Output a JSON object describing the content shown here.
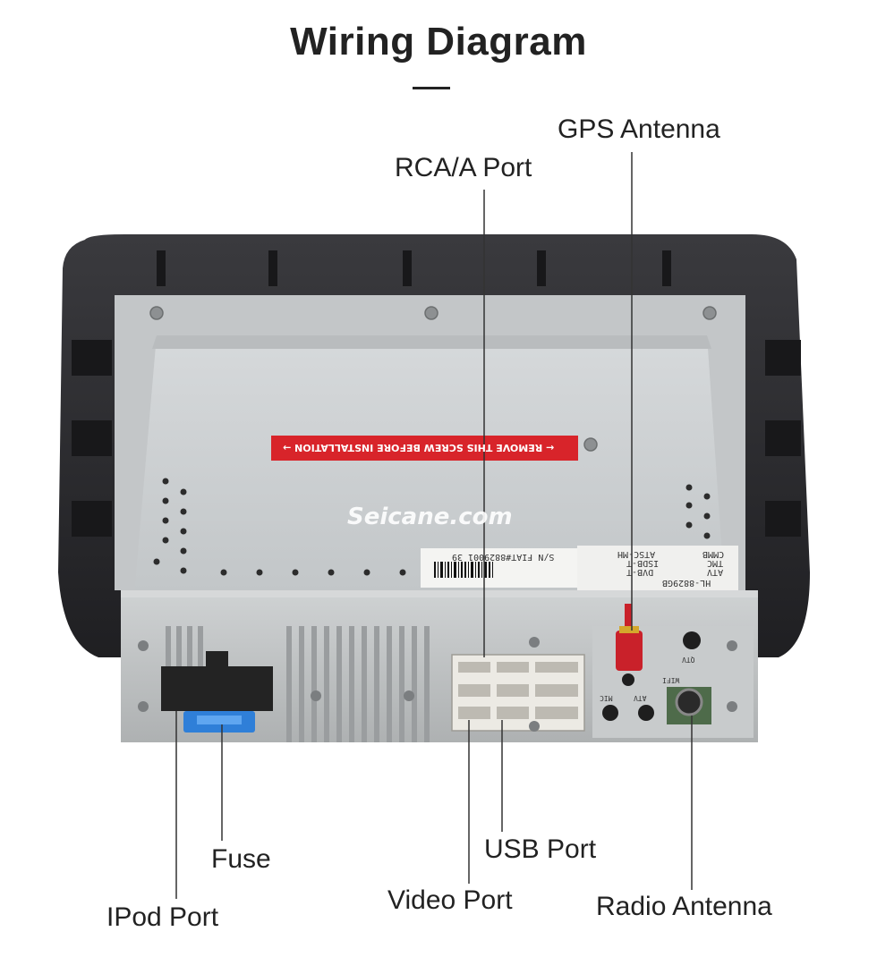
{
  "title": "Wiring Diagram",
  "labels": {
    "gps_antenna": "GPS Antenna",
    "rca_port": "RCA/A Port",
    "fuse": "Fuse",
    "usb_port": "USB Port",
    "ipod_port": "IPod Port",
    "video_port": "Video Port",
    "radio_antenna": "Radio Antenna"
  },
  "unit": {
    "brand": "Seicane.com",
    "warning_sticker": "← REMOVE THIS SCREW BEFORE INSTALLATION →",
    "serial": "S/N  FIAT#8829001 39",
    "model": "HL-8829GB",
    "options": [
      "ATV",
      "TMC",
      "CMMB",
      "DVB-T",
      "ISDB-T",
      "ATSC-MH"
    ],
    "port_marks": [
      "QTV",
      "WIFI",
      "MIC",
      "ATV"
    ]
  },
  "colors": {
    "bezel": "#2b2b2e",
    "chassis": "#cfd2d4",
    "faceplate": "#bfc2c3",
    "sticker": "#d8242a",
    "gps_connector": "#c9212a",
    "fuse": "#2f7fd8",
    "connector": "#eceae4"
  }
}
